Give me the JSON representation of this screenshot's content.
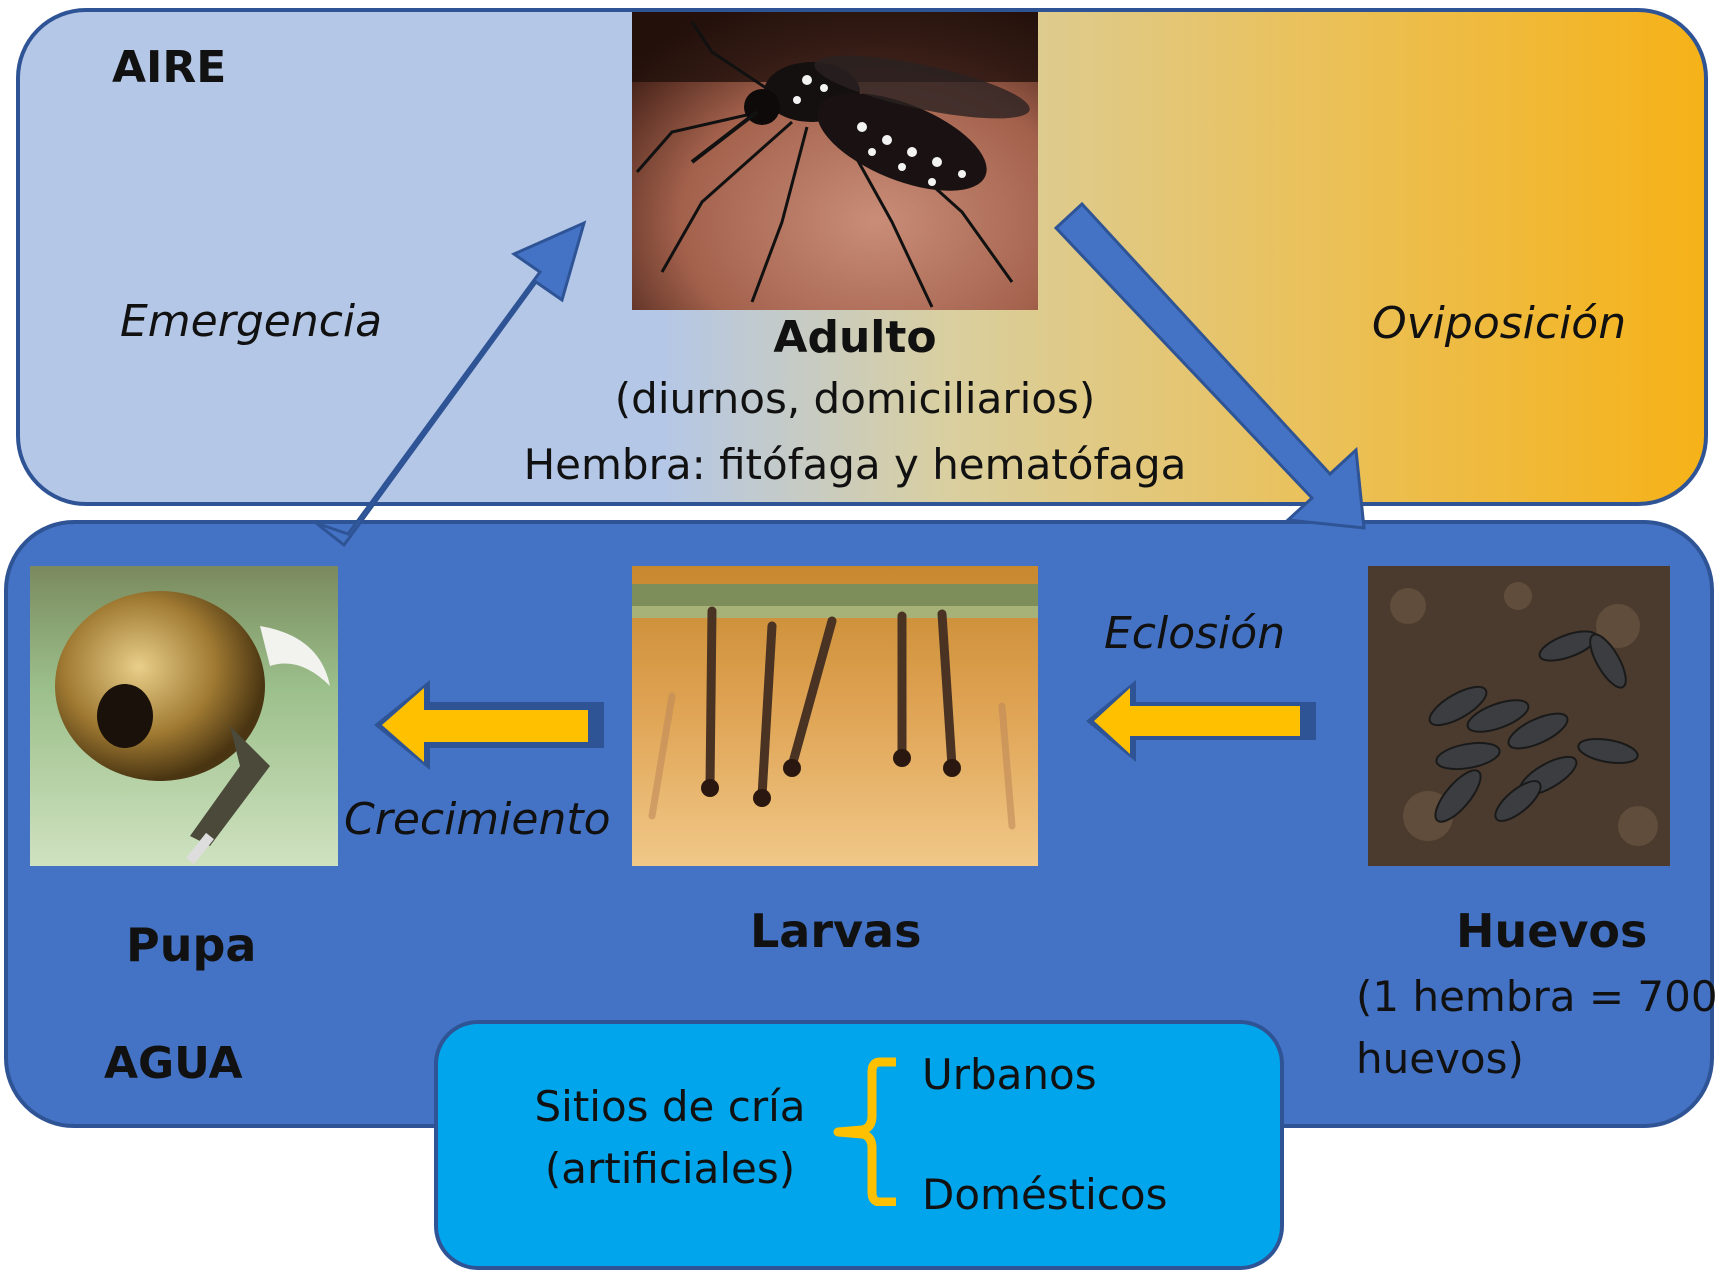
{
  "regions": {
    "air_label": "AIRE",
    "water_label": "AGUA"
  },
  "stages": {
    "adult": {
      "title": "Adulto",
      "line1": "(diurnos, domiciliarios)",
      "line2": "Hembra: fitófaga y hematófaga"
    },
    "eggs": {
      "title": "Huevos",
      "line1": "(1 hembra = 700",
      "line2": "huevos)"
    },
    "larvae": {
      "title": "Larvas"
    },
    "pupa": {
      "title": "Pupa"
    }
  },
  "transitions": {
    "emergence": "Emergencia",
    "oviposition": "Oviposición",
    "hatching": "Eclosión",
    "growth": "Crecimiento"
  },
  "breeding_sites": {
    "label_line1": "Sitios de cría",
    "label_line2": "(artificiales)",
    "option1": "Urbanos",
    "option2": "Domésticos"
  },
  "colors": {
    "air_start": "#b4c7e7",
    "air_end": "#f6b218",
    "water": "#4472c4",
    "sites_box": "#00a5eb",
    "blue_arrow": "#4472c4",
    "yellow_arrow": "#ffc000",
    "brace": "#ffc000"
  }
}
